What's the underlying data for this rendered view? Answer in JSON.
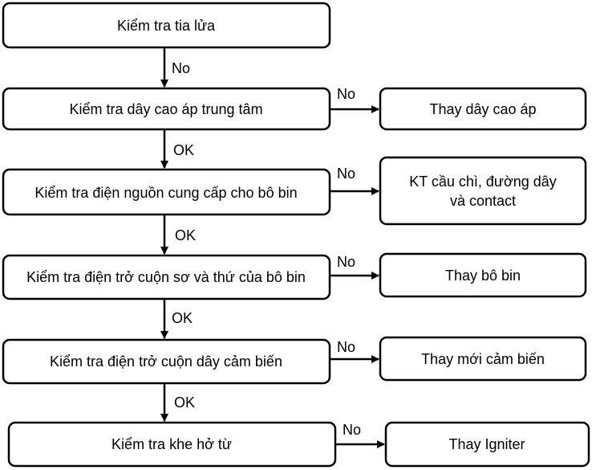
{
  "steps": [
    {
      "label": "Kiểm tra tia lửa"
    },
    {
      "label": "Kiểm tra dây cao áp trung tâm",
      "side_label": "No",
      "action_lines": [
        "Thay dây cao áp"
      ]
    },
    {
      "label": "Kiểm tra điện nguồn cung cấp cho bô bin",
      "side_label": "No",
      "action_lines": [
        "KT cầu chì, đường dây",
        "và contact"
      ]
    },
    {
      "label": "Kiểm tra điện trở cuộn sơ và thứ của bô bin",
      "side_label": "No",
      "action_lines": [
        "Thay bô bin"
      ]
    },
    {
      "label": "Kiểm tra điện trở cuộn dây cảm biến",
      "side_label": "No",
      "action_lines": [
        "Thay mới cảm biến"
      ]
    },
    {
      "label": "Kiểm tra khe hở từ",
      "side_label": "No",
      "action_lines": [
        "Thay Igniter"
      ]
    }
  ],
  "down_labels": [
    "No",
    "OK",
    "OK",
    "OK",
    "OK"
  ],
  "colors": {
    "stroke": "#000000",
    "fill": "#ffffff"
  }
}
